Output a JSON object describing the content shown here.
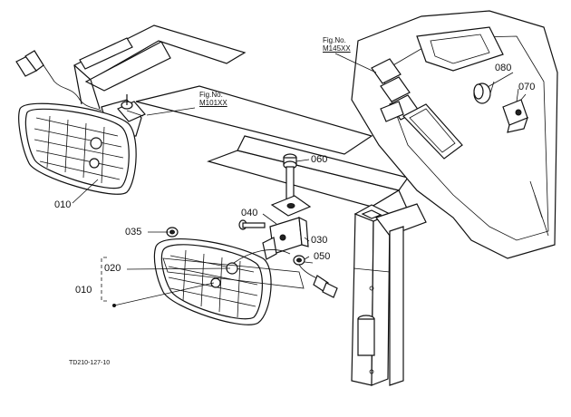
{
  "callouts": {
    "p010_top": "010",
    "p010_bottom": "010",
    "p020": "020",
    "p030": "030",
    "p035": "035",
    "p040": "040",
    "p050": "050",
    "p060": "060",
    "p070": "070",
    "p080": "080"
  },
  "figure_refs": {
    "left": {
      "prefix": "Fig.No.",
      "number": "M101XX"
    },
    "right": {
      "prefix": "Fig.No.",
      "number": "M145XX"
    }
  },
  "drawing_id": "TD210-127-10"
}
